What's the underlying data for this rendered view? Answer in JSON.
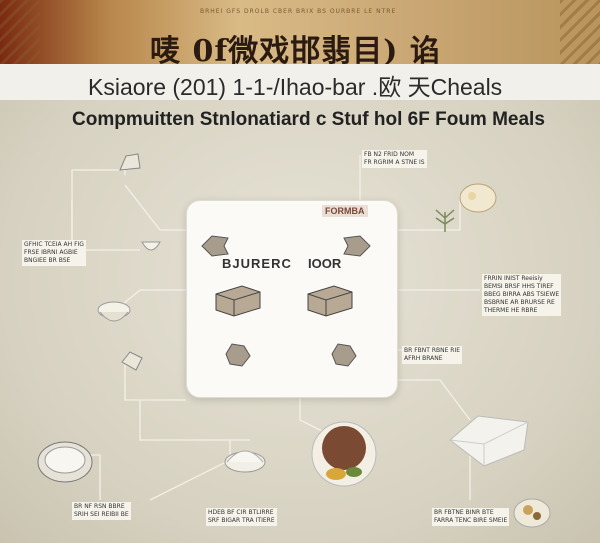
{
  "banner": {
    "title": "唛 0f微戏邯翡目) 谄",
    "strip_text": "BRHEI GFS DROLB CBER BRIX BS OURBRE LE NTRE"
  },
  "header": {
    "subtitle": "Ksiaore (201) 1-1-/Ihao-bar .欧 天Cheals"
  },
  "main": {
    "title": "Compmuitten Stnlonatiard c Stuf hol 6F Foum Meals"
  },
  "center": {
    "head_tag": "FORMBA",
    "label_left": "BJURERC",
    "label_right": "IOOR"
  },
  "labels": {
    "top_right": "FB N2 FRID NOM\nFR RGRIM A STNE IS",
    "left_mid": "GFHIC TCEIA AH FIG\nFRSE IBRNI AGBIE\nBNGIEE BR BSE",
    "right_mid": "FRRIN INIST Reeisiy\nBEMSI BRSF HHS TIREF\nBBEG BIRRA ABS TSIEWE\nBSBRNE AR BRURSE RE\nTHERME HE RBRE",
    "right_mid2": "BR FBNT RBNE RIE\nAFRH BRANE",
    "bottom_left": "BR NF RSN BBRE\nSRIH SEI REIBII BE",
    "bottom_mid": "HDEB BF CIR BTLIRRE\nSRF BIGAR TRA ITIERE",
    "bottom_right": "BR FBTNE BINR BTE\nFARRA TENC BIRE SMEIE"
  }
}
